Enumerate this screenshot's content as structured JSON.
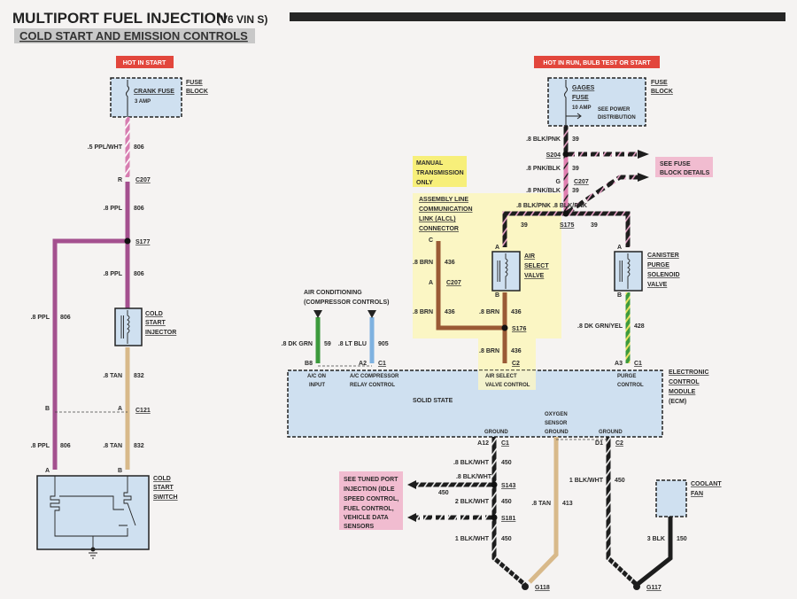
{
  "title": "MULTIPORT FUEL INJECTION",
  "title_suffix": "(V6 VIN S)",
  "subtitle": "COLD START AND EMISSION CONTROLS",
  "callouts": {
    "hot_in_start": "HOT IN START",
    "hot_in_run": "HOT IN RUN, BULB TEST OR START",
    "manual_trans": [
      "MANUAL",
      "TRANSMISSION",
      "ONLY"
    ],
    "see_fuse_block": [
      "SEE FUSE",
      "BLOCK DETAILS"
    ],
    "see_tuned_port": [
      "SEE TUNED PORT",
      "INJECTION (IDLE",
      "SPEED CONTROL,",
      "FUEL CONTROL,",
      "VEHICLE DATA",
      "SENSORS"
    ]
  },
  "components": {
    "fuse_block_label": [
      "FUSE",
      "BLOCK"
    ],
    "crank_fuse": [
      "CRANK FUSE",
      "3 AMP"
    ],
    "gages_fuse": [
      "GAGES",
      "FUSE",
      "10 AMP"
    ],
    "see_power": [
      "SEE POWER",
      "DISTRIBUTION"
    ],
    "cold_start_injector": [
      "COLD",
      "START",
      "INJECTOR"
    ],
    "cold_start_switch": [
      "COLD",
      "START",
      "SWITCH"
    ],
    "alcl": [
      "ASSEMBLY LINE",
      "COMMUNICATION",
      "LINK (ALCL)",
      "CONNECTOR"
    ],
    "air_select_valve": [
      "AIR",
      "SELECT",
      "VALVE"
    ],
    "canister_purge": [
      "CANISTER",
      "PURGE",
      "SOLENOID",
      "VALVE"
    ],
    "air_conditioning": [
      "AIR CONDITIONING",
      "(COMPRESSOR CONTROLS)"
    ],
    "ecm": [
      "ELECTRONIC",
      "CONTROL",
      "MODULE",
      "(ECM)"
    ],
    "ecm_solid_state": "SOLID STATE",
    "ecm_pins": {
      "ac_on": [
        "A/C ON",
        "INPUT"
      ],
      "ac_relay": [
        "A/C COMPRESSOR",
        "RELAY CONTROL"
      ],
      "air_select": [
        "AIR SELECT",
        "VALVE CONTROL"
      ],
      "purge": [
        "PURGE",
        "CONTROL"
      ],
      "ground1": "GROUND",
      "o2_ground": [
        "OXYGEN",
        "SENSOR",
        "GROUND"
      ],
      "ground2": "GROUND"
    },
    "coolant_fan": [
      "COOLANT",
      "FAN"
    ]
  },
  "splices": [
    "S177",
    "S204",
    "S175",
    "S176",
    "S143",
    "S181"
  ],
  "grounds": [
    "G118",
    "G117"
  ],
  "connectors": {
    "c207_left": {
      "id": "C207",
      "pin": "R"
    },
    "c207_gages": {
      "id": "C207",
      "pin": "G"
    },
    "c207_alcl": {
      "id": "C207",
      "pin": "A"
    },
    "alcl_pin": "C",
    "c121": {
      "id": "C121",
      "pins": [
        "B",
        "A"
      ]
    },
    "switch_pins": [
      "A",
      "B"
    ],
    "valve_pins": [
      "A",
      "B"
    ],
    "ecm_c1_b8": {
      "pin": "B8"
    },
    "ecm_c1_a2": {
      "id": "C1",
      "pin": "A2"
    },
    "ecm_c2": {
      "id": "C2"
    },
    "ecm_c1_a3": {
      "id": "C1",
      "pin": "A3"
    },
    "ecm_c1_a12": {
      "id": "C1",
      "pin": "A12"
    },
    "ecm_c2_d1": {
      "id": "C2",
      "pin": "D1"
    }
  },
  "wires": [
    {
      "gauge": ".5 PPL/WHT",
      "circuit": "806"
    },
    {
      "gauge": ".8 PPL",
      "circuit": "806"
    },
    {
      "gauge": ".8 PPL",
      "circuit": "806"
    },
    {
      "gauge": ".8 PPL",
      "circuit": "806"
    },
    {
      "gauge": ".8 TAN",
      "circuit": "832"
    },
    {
      "gauge": ".8 PPL",
      "circuit": "806"
    },
    {
      "gauge": ".8 TAN",
      "circuit": "832"
    },
    {
      "gauge": ".8 BLK/PNK",
      "circuit": "39"
    },
    {
      "gauge": ".8 PNK/BLK",
      "circuit": "39"
    },
    {
      "gauge": ".8 PNK/BLK",
      "circuit": "39"
    },
    {
      "gauge": ".8 BLK/PNK",
      "circuit": "39"
    },
    {
      "gauge": ".8 BLK/PNK",
      "circuit": "39"
    },
    {
      "gauge": ".8 BRN",
      "circuit": "436"
    },
    {
      "gauge": ".8 BRN",
      "circuit": "436"
    },
    {
      "gauge": ".8 BRN",
      "circuit": "436"
    },
    {
      "gauge": ".8 BRN",
      "circuit": "436"
    },
    {
      "gauge": ".8 DK GRN/YEL",
      "circuit": "428"
    },
    {
      "gauge": ".8 DK GRN",
      "circuit": "59"
    },
    {
      "gauge": ".8 LT BLU",
      "circuit": "905"
    },
    {
      "gauge": ".8 BLK/WHT",
      "circuit": "450"
    },
    {
      "gauge": ".8 BLK/WHT",
      "circuit": "450"
    },
    {
      "gauge": "2 BLK/WHT",
      "circuit": "450"
    },
    {
      "gauge": "1 BLK/WHT",
      "circuit": "450"
    },
    {
      "gauge": ".8 TAN",
      "circuit": "413"
    },
    {
      "gauge": "1 BLK/WHT",
      "circuit": "450"
    },
    {
      "gauge": "3 BLK",
      "circuit": "150"
    }
  ],
  "colors": {
    "purple": "#a4508f",
    "pink": "#e07fb0",
    "black": "#1d1d1d",
    "tan": "#d8b98a",
    "brown": "#9a5a35",
    "green": "#3c9a3c",
    "lt_blue": "#7fb2e0",
    "component_fill": "#cfe0f0",
    "callout_red": "#e2463c",
    "callout_pink": "#f1bcd0",
    "callout_yellow": "#f7ef7a",
    "yellow_area": "#fbf6c4"
  }
}
